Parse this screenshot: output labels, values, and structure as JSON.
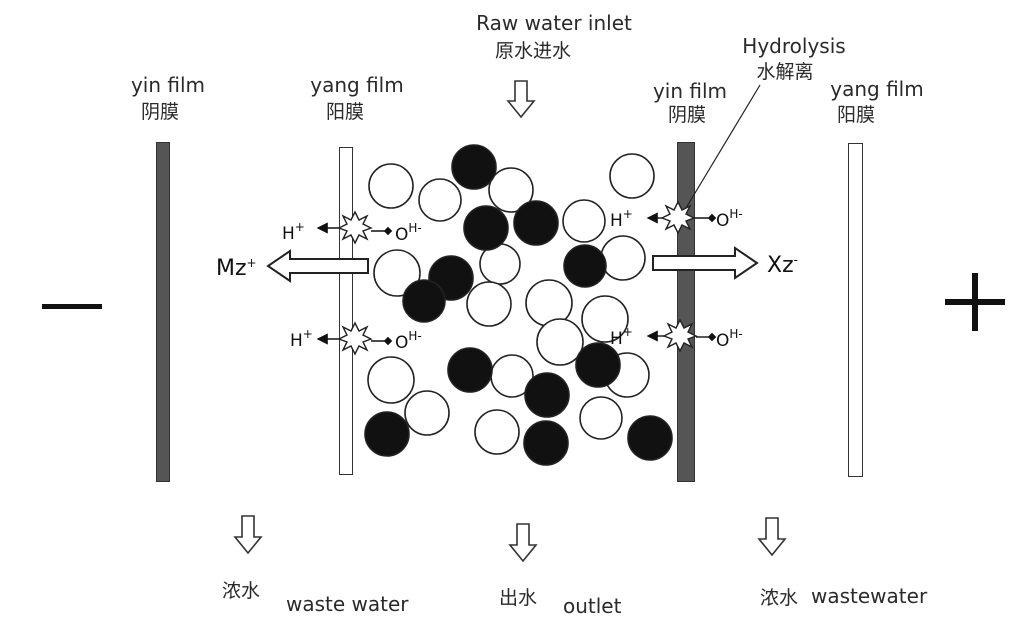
{
  "labels": {
    "raw_inlet_en": "Raw water inlet",
    "raw_inlet_cn": "原水进水",
    "hydrolysis_en": "Hydrolysis",
    "hydrolysis_cn": "水解离",
    "yin_film_1_en": "yin film",
    "yin_film_1_cn": "阴膜",
    "yang_film_1_en": "yang film",
    "yang_film_1_cn": "阳膜",
    "yin_film_2_en": "yin film",
    "yin_film_2_cn": "阴膜",
    "yang_film_2_en": "yang film",
    "yang_film_2_cn": "阳膜",
    "concentrate_left_cn": "浓水",
    "concentrate_left_en": "waste water",
    "outlet_cn": "出水",
    "outlet_en": "outlet",
    "concentrate_right_cn": "浓水",
    "concentrate_right_en": "wastewater"
  },
  "ions": {
    "h_plus": "H+",
    "oh_minus": "OH-",
    "cation": "Mz+",
    "anion": "Xz-"
  },
  "colors": {
    "dark_membrane": "#555555",
    "resin_dark": "#111111",
    "resin_light": "#ffffff"
  }
}
